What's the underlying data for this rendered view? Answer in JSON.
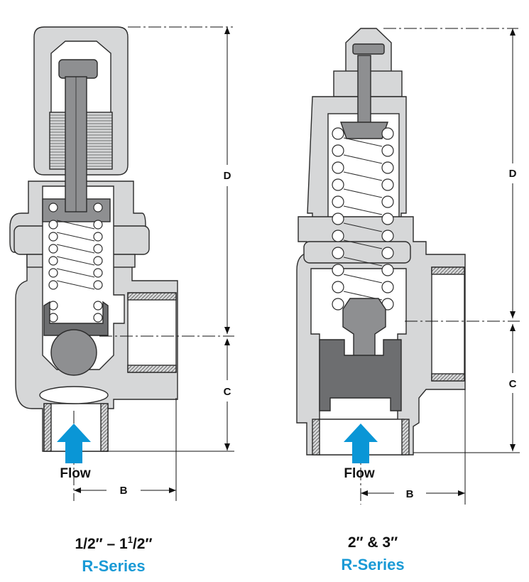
{
  "colors": {
    "body_fill": "#d6d7d8",
    "cavity_fill": "#ffffff",
    "dark_part": "#6d6e70",
    "outline": "#2b2b2b",
    "flow_arrow": "#0a96d6",
    "series_text": "#1a9ad6"
  },
  "left_valve": {
    "dim_d": "D",
    "dim_c": "C",
    "dim_b": "B",
    "flow_label": "Flow",
    "size_label": "1/2″ – 1",
    "size_sup": "1",
    "size_tail": "/2″",
    "series_label": "R-Series"
  },
  "right_valve": {
    "dim_d": "D",
    "dim_c": "C",
    "dim_b": "B",
    "flow_label": "Flow",
    "size_label": "2″ & 3″",
    "series_label": "R-Series"
  }
}
